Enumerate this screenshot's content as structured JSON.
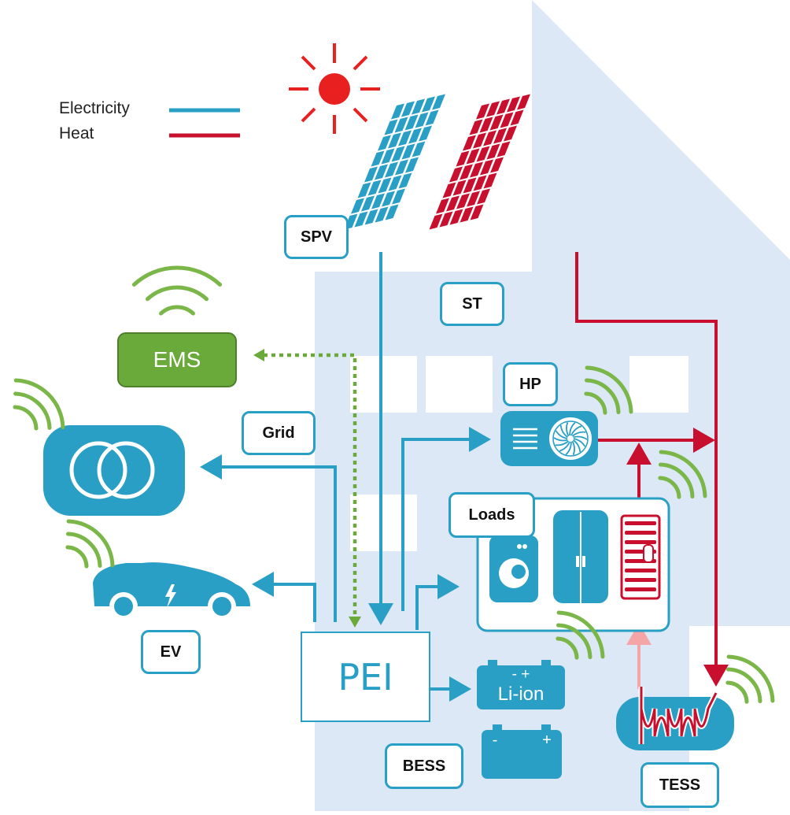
{
  "legend": {
    "items": [
      {
        "label": "Electricity",
        "color": "#2a9fc6"
      },
      {
        "label": "Heat",
        "color": "#c8102e"
      }
    ]
  },
  "colors": {
    "electricity": "#2a9fc6",
    "heat": "#c8102e",
    "control": "#6aaa3a",
    "ems_fill": "#6aaa3a",
    "house": "#dce8f5",
    "sun": "#e8201f",
    "wireless": "#7ab648",
    "heat_return": "#f4a6a6"
  },
  "nodes": {
    "spv": "SPV",
    "st": "ST",
    "ems": "EMS",
    "grid": "Grid",
    "hp": "HP",
    "loads": "Loads",
    "ev": "EV",
    "pei": "PEI",
    "bess": "BESS",
    "tess": "TESS",
    "battery_li_ion_top": "- +",
    "battery_li_ion": "Li-ion",
    "battery_lead_minus": "-",
    "battery_lead_plus": "+"
  }
}
